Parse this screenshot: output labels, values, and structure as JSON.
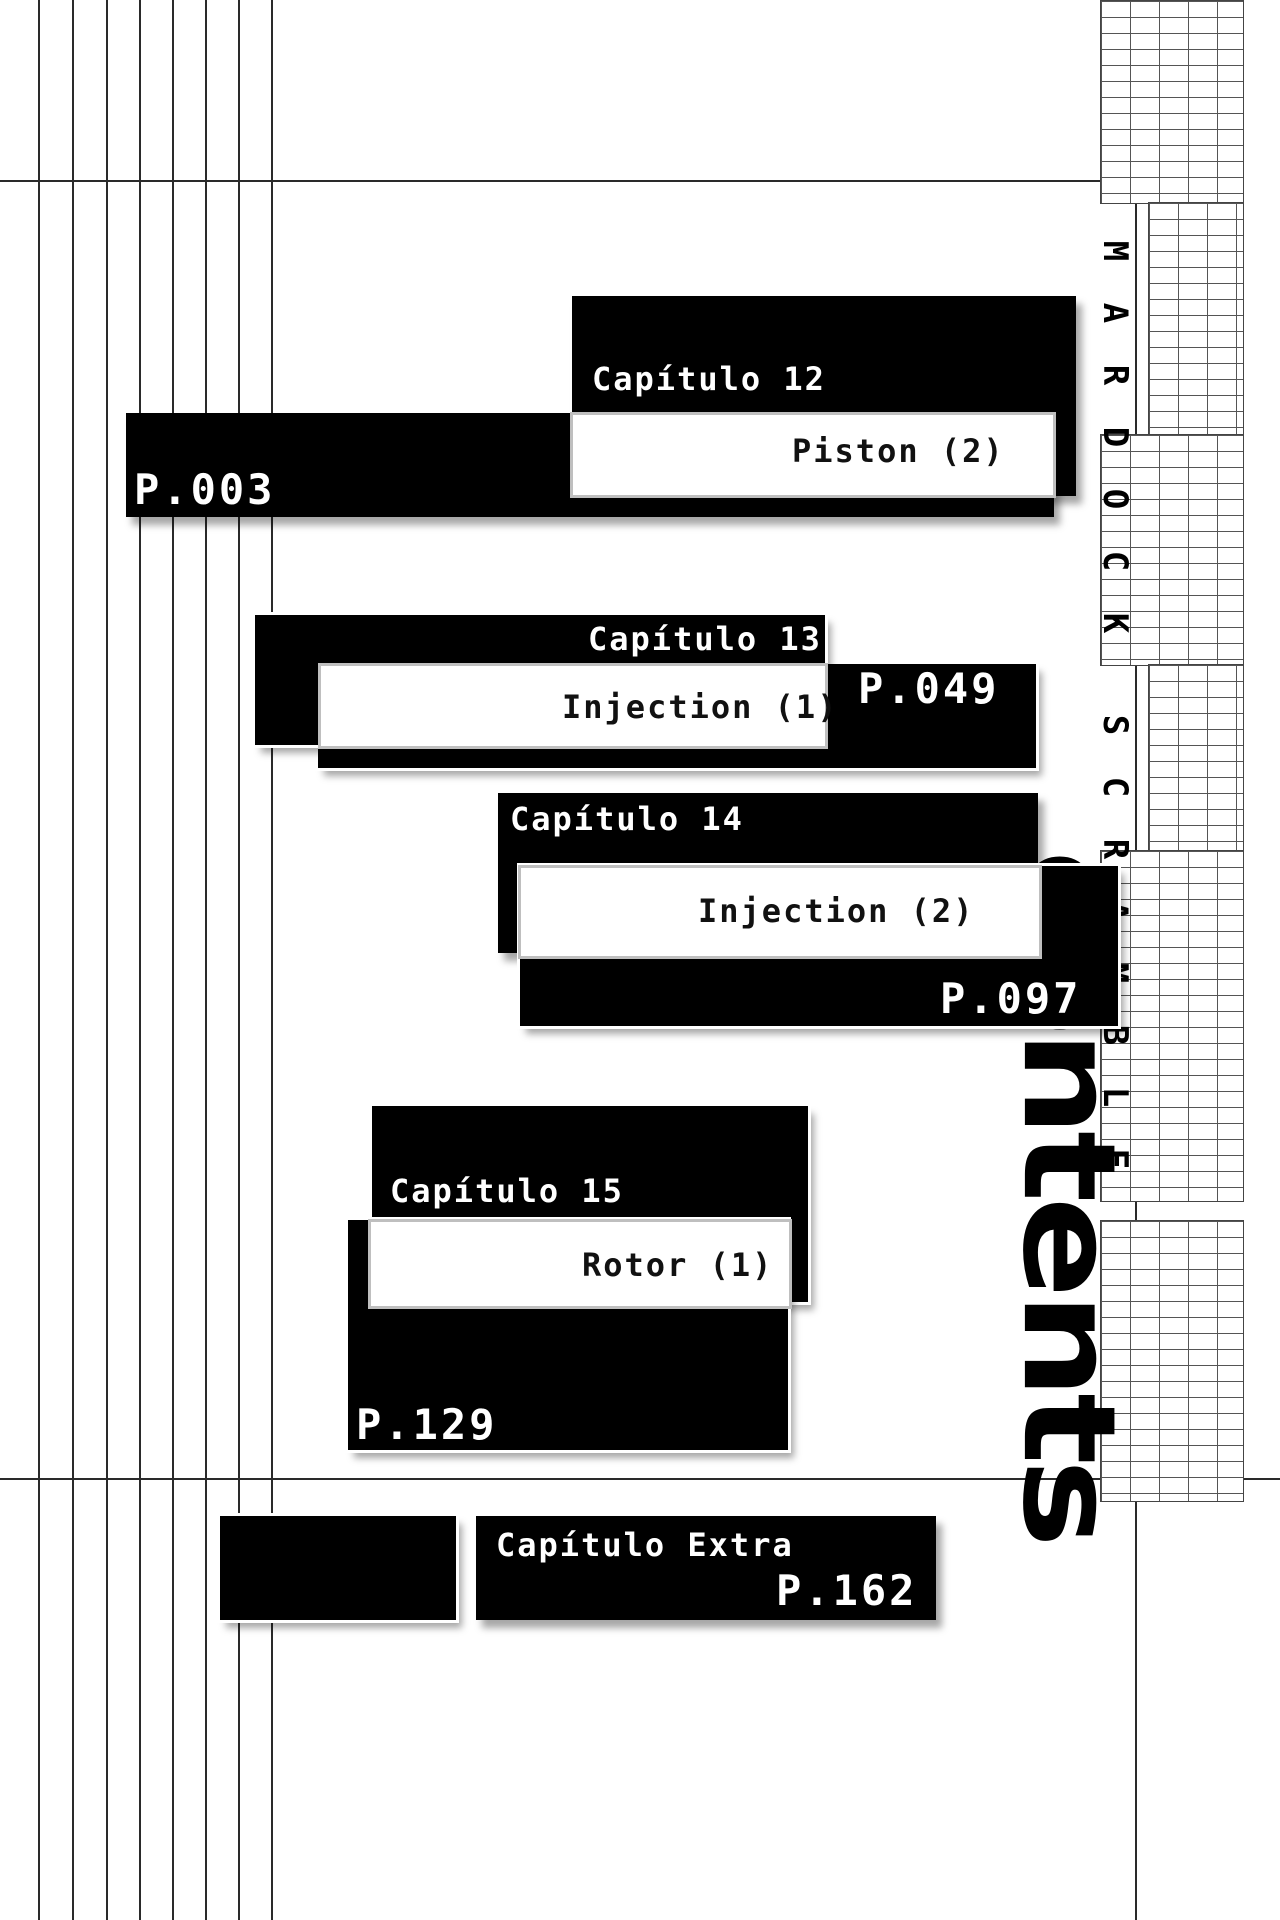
{
  "side_title": "MARDOCK SCRAMBLE",
  "contents_title": "contents",
  "entries": [
    {
      "chapter": "Capítulo 12",
      "title": "Piston (2)",
      "page": "P.003"
    },
    {
      "chapter": "Capítulo 13",
      "title": "Injection (1)",
      "page": "P.049"
    },
    {
      "chapter": "Capítulo 14",
      "title": "Injection (2)",
      "page": "P.097"
    },
    {
      "chapter": "Capítulo 15",
      "title": "Rotor (1)",
      "page": "P.129"
    },
    {
      "chapter": "Capítulo Extra",
      "title": "",
      "page": "P.162"
    }
  ]
}
